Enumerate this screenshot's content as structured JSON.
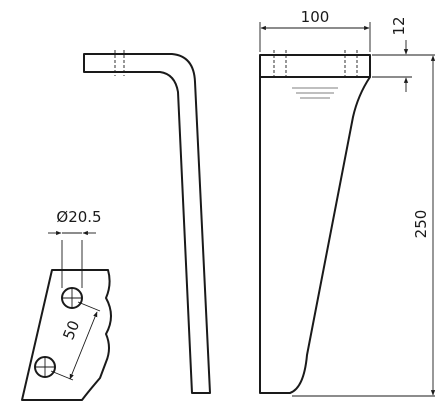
{
  "dimensions": {
    "width_top": "100",
    "thickness": "12",
    "height": "250",
    "hole_diameter": "Ø20.5",
    "hole_spacing": "50"
  },
  "colors": {
    "line": "#1a1a1a",
    "background": "#ffffff"
  }
}
